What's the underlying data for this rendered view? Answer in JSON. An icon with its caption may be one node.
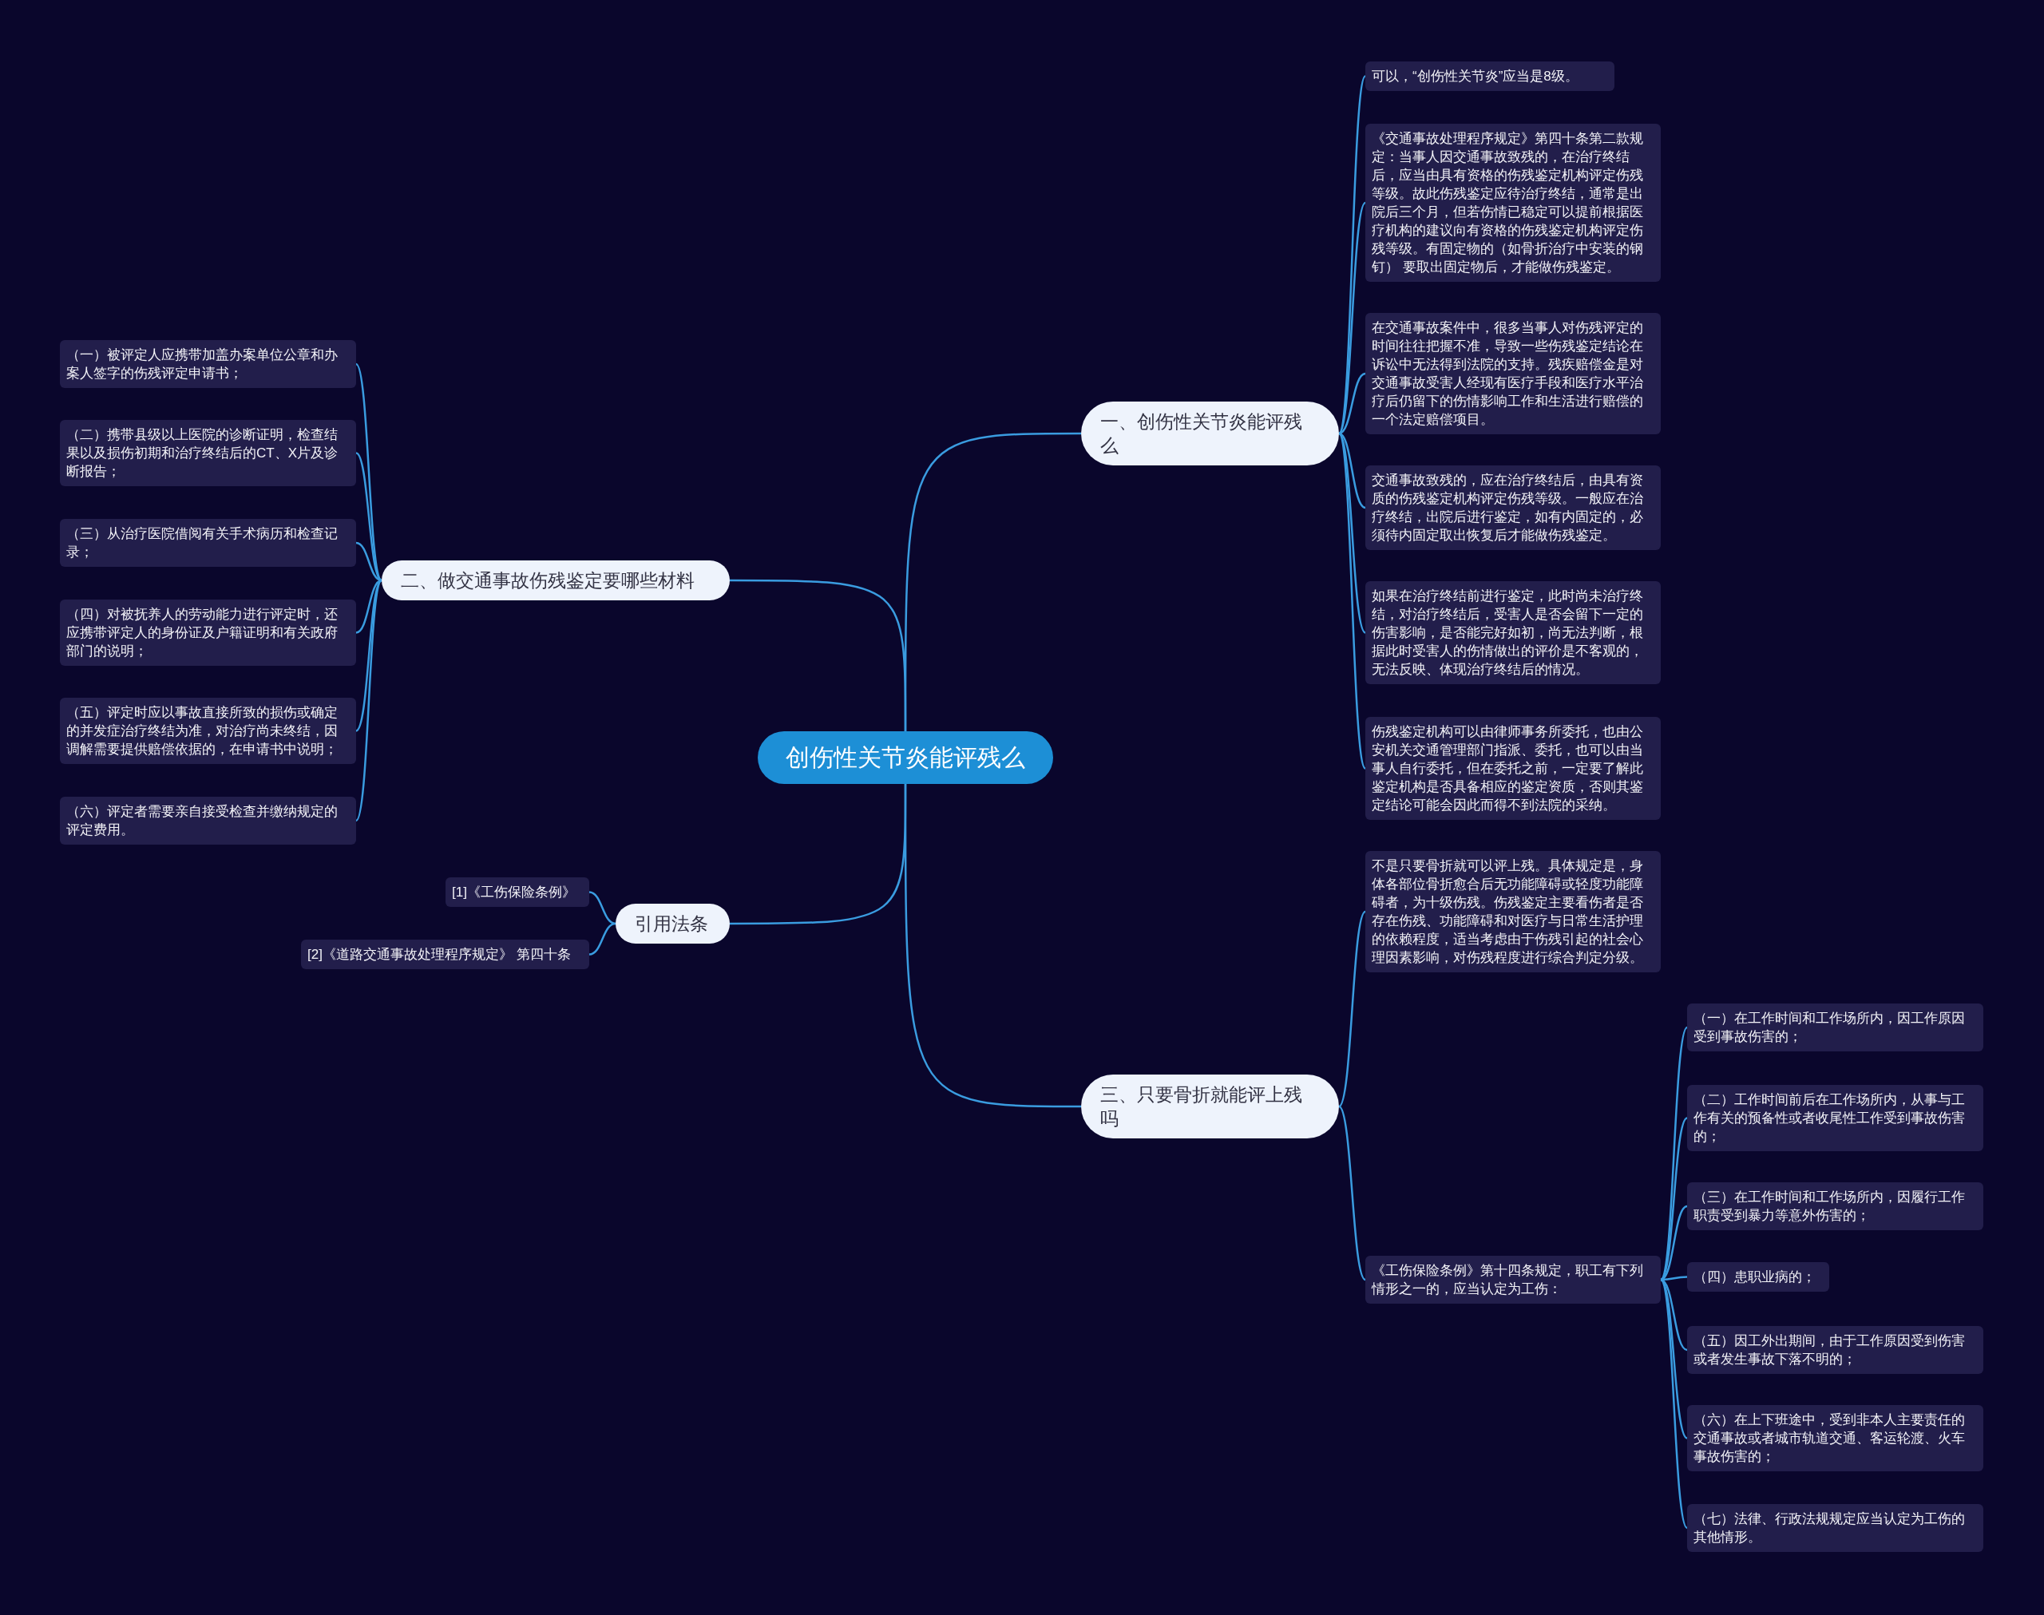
{
  "diagram": {
    "nodes": [
      {
        "text": [
          "创伤性关节炎能评残么"
        ]
      },
      {
        "text": [
          "一、创伤性关节炎能评残么"
        ]
      },
      {
        "text": [
          "可以，“创伤性关节炎”应当是8级。"
        ]
      },
      {
        "text": [
          "《交通事故处理程序规定》第四十条第二款规定：当事人因交通事故致残的，在治疗终结后，应当由具有资格的伤残鉴定机构评定伤残等级。故此伤残鉴定应待治疗终结，通常是出院后三个月，但若伤情已稳定可以提前根据医疗机构的建议向有资格的伤残鉴定机构评定伤残等级。有固定物的（如骨折治疗中安装的钢钉） 要取出固定物后，才能做伤残鉴定。"
        ]
      },
      {
        "text": [
          "在交通事故案件中，很多当事人对伤残评定的时间往往把握不准，导致一些伤残鉴定结论在诉讼中无法得到法院的支持。残疾赔偿金是对交通事故受害人经现有医疗手段和医疗水平治疗后仍留下的伤情影响工作和生活进行赔偿的一个法定赔偿项目。"
        ]
      },
      {
        "text": [
          "交通事故致残的，应在治疗终结后，由具有资质的伤残鉴定机构评定伤残等级。一般应在治疗终结，出院后进行鉴定，如有内固定的，必须待内固定取出恢复后才能做伤残鉴定。"
        ]
      },
      {
        "text": [
          "如果在治疗终结前进行鉴定，此时尚未治疗终结，对治疗终结后，受害人是否会留下一定的伤害影响，是否能完好如初，尚无法判断，根据此时受害人的伤情做出的评价是不客观的，无法反映、体现治疗终结后的情况。"
        ]
      },
      {
        "text": [
          "伤残鉴定机构可以由律师事务所委托，也由公安机关交通管理部门指派、委托，也可以由当事人自行委托，但在委托之前，一定要了解此鉴定机构是否具备相应的鉴定资质，否则其鉴定结论可能会因此而得不到法院的采纳。"
        ]
      },
      {
        "text": [
          "二、做交通事故伤残鉴定要哪些材料"
        ]
      },
      {
        "text": [
          "（一）被评定人应携带加盖办案单位公章和办案人签字的伤残评定申请书；"
        ]
      },
      {
        "text": [
          "（二）携带县级以上医院的诊断证明，检查结果以及损伤初期和治疗终结后的CT、X片及诊断报告；"
        ]
      },
      {
        "text": [
          "（三）从治疗医院借阅有关手术病历和检查记录；"
        ]
      },
      {
        "text": [
          "（四）对被抚养人的劳动能力进行评定时，还应携带评定人的身份证及户籍证明和有关政府部门的说明；"
        ]
      },
      {
        "text": [
          "（五）评定时应以事故直接所致的损伤或确定的并发症治疗终结为准，对治疗尚未终结，因调解需要提供赔偿依据的，在申请书中说明；"
        ]
      },
      {
        "text": [
          "（六）评定者需要亲自接受检查并缴纳规定的评定费用。"
        ]
      },
      {
        "text": [
          "引用法条"
        ]
      },
      {
        "text": [
          "[1]《工伤保险条例》"
        ]
      },
      {
        "text": [
          "[2]《道路交通事故处理程序规定》 第四十条"
        ]
      },
      {
        "text": [
          "三、只要骨折就能评上残吗"
        ]
      },
      {
        "text": [
          "不是只要骨折就可以评上残。具体规定是，身体各部位骨折愈合后无功能障碍或轻度功能障碍者，为十级伤残。伤残鉴定主要看伤者是否存在伤残、功能障碍和对医疗与日常生活护理的依赖程度，适当考虑由于伤残引起的社会心理因素影响，对伤残程度进行综合判定分级。"
        ]
      },
      {
        "text": [
          "《工伤保险条例》第十四条规定，职工有下列情形之一的，应当认定为工伤："
        ]
      },
      {
        "text": [
          "（一）在工作时间和工作场所内，因工作原因受到事故伤害的；"
        ]
      },
      {
        "text": [
          "（二）工作时间前后在工作场所内，从事与工作有关的预备性或者收尾性工作受到事故伤害的；"
        ]
      },
      {
        "text": [
          "（三）在工作时间和工作场所内，因履行工作职责受到暴力等意外伤害的；"
        ]
      },
      {
        "text": [
          "（四）患职业病的；"
        ]
      },
      {
        "text": [
          "（五）因工外出期间，由于工作原因受到伤害或者发生事故下落不明的；"
        ]
      },
      {
        "text": [
          "（六）在上下班途中，受到非本人主要责任的交通事故或者城市轨道交通、客运轮渡、火车事故伤害的；"
        ]
      },
      {
        "text": [
          "（七）法律、行政法规规定应当认定为工伤的其他情形。"
        ]
      }
    ],
    "edges": [
      {
        "from": 0,
        "to": 1,
        "arrow": "none"
      },
      {
        "from": 1,
        "to": 2,
        "arrow": "none"
      },
      {
        "from": 1,
        "to": 3,
        "arrow": "none"
      },
      {
        "from": 1,
        "to": 4,
        "arrow": "none"
      },
      {
        "from": 1,
        "to": 5,
        "arrow": "none"
      },
      {
        "from": 1,
        "to": 6,
        "arrow": "none"
      },
      {
        "from": 1,
        "to": 7,
        "arrow": "none"
      },
      {
        "from": 0,
        "to": 8,
        "arrow": "none"
      },
      {
        "from": 8,
        "to": 9,
        "arrow": "none"
      },
      {
        "from": 8,
        "to": 10,
        "arrow": "none"
      },
      {
        "from": 8,
        "to": 11,
        "arrow": "none"
      },
      {
        "from": 8,
        "to": 12,
        "arrow": "none"
      },
      {
        "from": 8,
        "to": 13,
        "arrow": "none"
      },
      {
        "from": 8,
        "to": 14,
        "arrow": "none"
      },
      {
        "from": 0,
        "to": 15,
        "arrow": "none"
      },
      {
        "from": 15,
        "to": 16,
        "arrow": "none"
      },
      {
        "from": 15,
        "to": 17,
        "arrow": "none"
      },
      {
        "from": 0,
        "to": 18,
        "arrow": "none"
      },
      {
        "from": 18,
        "to": 19,
        "arrow": "none"
      },
      {
        "from": 18,
        "to": 20,
        "arrow": "none"
      },
      {
        "from": 20,
        "to": 21,
        "arrow": "none"
      },
      {
        "from": 20,
        "to": 22,
        "arrow": "none"
      },
      {
        "from": 20,
        "to": 23,
        "arrow": "none"
      },
      {
        "from": 20,
        "to": 24,
        "arrow": "none"
      },
      {
        "from": 20,
        "to": 25,
        "arrow": "none"
      },
      {
        "from": 20,
        "to": 26,
        "arrow": "none"
      },
      {
        "from": 20,
        "to": 27,
        "arrow": "none"
      }
    ]
  }
}
